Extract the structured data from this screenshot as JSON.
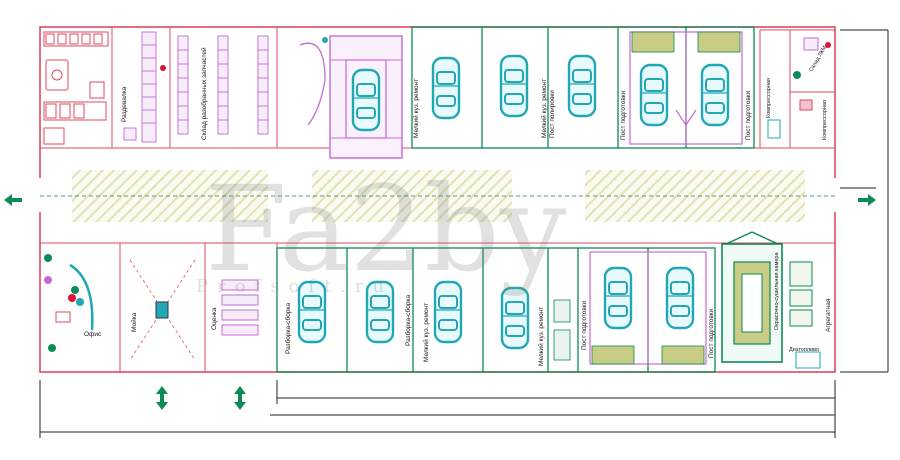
{
  "labels": {
    "locker": "Раздевалка",
    "parts_store": "Склад разобранных запчастей",
    "office": "Офис",
    "wash": "Мойка",
    "estimate": "Оценка",
    "disassembly_1": "Разборка-сборка",
    "disassembly_2": "Разборка-сборка",
    "minor_body_top": "Мелкий куз. ремонт",
    "minor_body_top2": "Мелкий куз. ремонт",
    "polish_post": "Пост полировки",
    "prep_post_top": "Пост подготовки",
    "prep_post_top2": "Пост подготовки",
    "minor_body_bot": "Мелкий куз. ремонт",
    "minor_body_bot2": "Мелкий куз. ремонт",
    "prep_post_bot": "Пост подготовки",
    "prep_post_bot2": "Пост подготовки",
    "compressor": "Компрессорная",
    "generator": "Агрегатная",
    "diesel": "Дизтопливо",
    "small_room": "Склад ЛКМ",
    "paint_booth": "Окрасочно-сушильная камера"
  },
  "watermark": {
    "main": "Fa2by",
    "sub": "Profsoft.ru"
  },
  "colors": {
    "wall_red": "#e04a62",
    "green": "#0d8a55",
    "teal": "#22a7b5",
    "magenta": "#c46ad6",
    "olive": "#a9b46a",
    "dim": "#222222"
  },
  "icons": [
    "door-arrow-left-icon",
    "door-arrow-right-icon",
    "door-arrow-down-icon"
  ]
}
